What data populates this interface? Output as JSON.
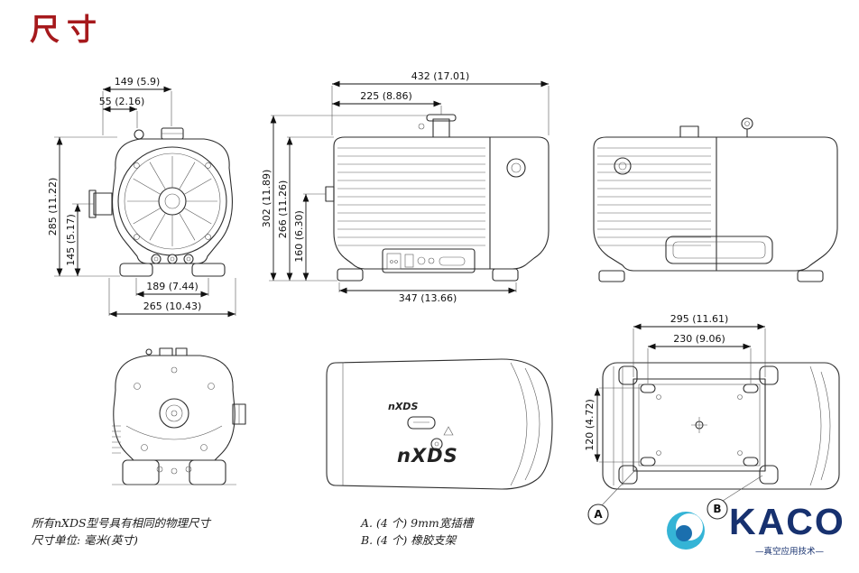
{
  "page": {
    "title": "尺寸",
    "notes": {
      "line1": "所有nXDS型号具有相同的物理尺寸",
      "line2": "尺寸单位: 毫米(英寸)"
    },
    "legend": {
      "a": "A. (4 个) 9mm宽插槽",
      "b": "B. (4 个) 橡胶支架"
    }
  },
  "views": {
    "top_view": {
      "model_logo_small": "nXDS",
      "model_logo_large": "nXDS"
    }
  },
  "dimensions": {
    "front_view": {
      "top_width": "149 (5.9)",
      "inlet_offset": "55 (2.16)",
      "overall_height": "285 (11.22)",
      "port_height": "145 (5.17)",
      "feet_spacing": "189 (7.44)",
      "base_width": "265 (10.43)"
    },
    "side_view": {
      "overall_length": "432 (17.01)",
      "inlet_position": "225 (8.86)",
      "base_length": "347 (13.66)",
      "overall_height": "302 (11.89)",
      "body_height": "266 (11.26)",
      "panel_height": "160 (6.30)"
    },
    "bottom_view": {
      "plate_length": "295 (11.61)",
      "slot_spacing_x": "230 (9.06)",
      "slot_spacing_y": "120 (4.72)"
    },
    "callouts": {
      "a": "A",
      "b": "B"
    }
  },
  "branding": {
    "name": "KACO",
    "tagline": "—真空应用技术—",
    "colors": {
      "logo_navy": "#17316f",
      "logo_teal": "#35b4d6",
      "title_red": "#a6191c"
    }
  }
}
